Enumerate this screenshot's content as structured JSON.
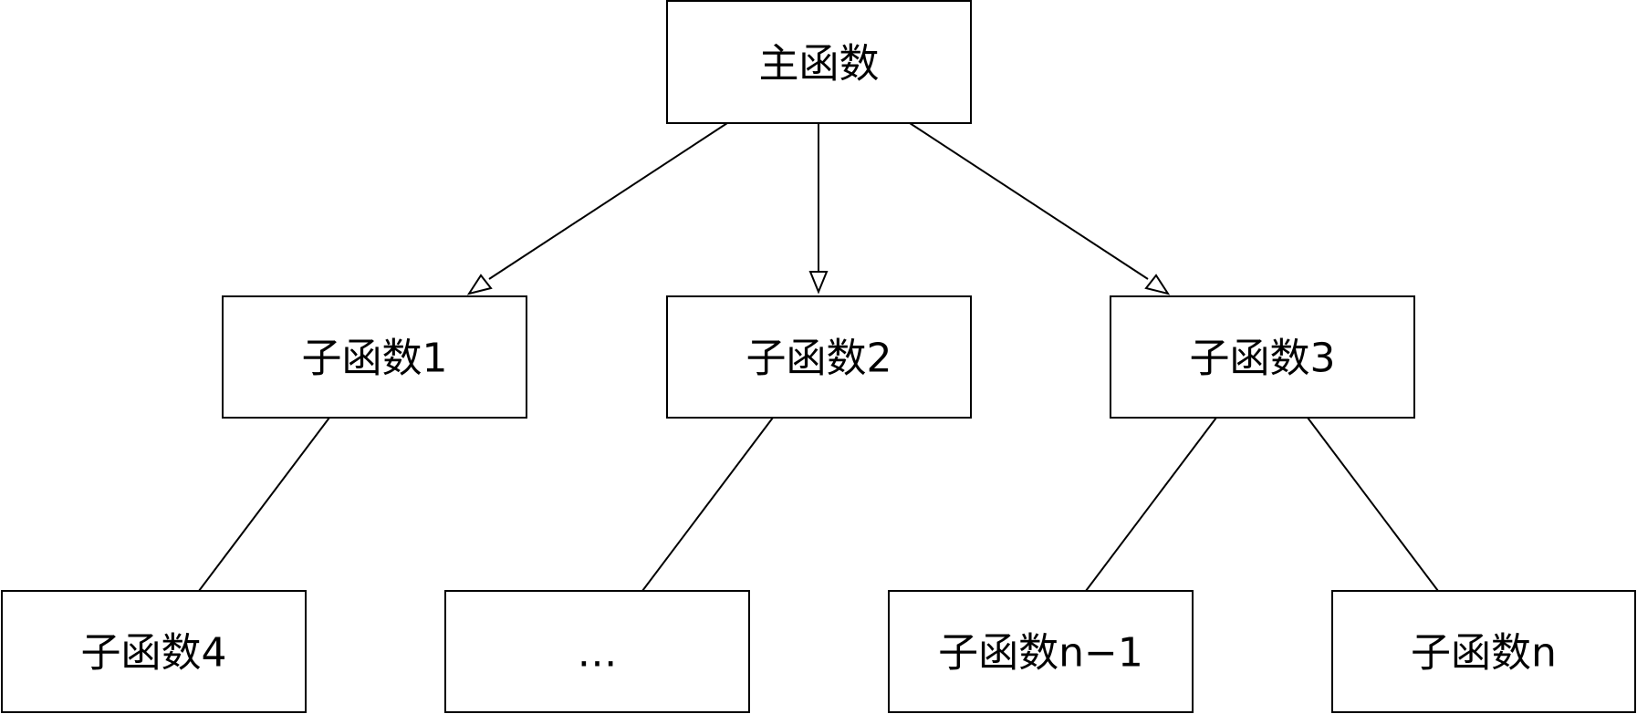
{
  "diagram": {
    "nodes": {
      "main": "主函数",
      "sub1": "子函数1",
      "sub2": "子函数2",
      "sub3": "子函数3",
      "sub4": "子函数4",
      "ellipsis": "…",
      "subn1": "子函数n−1",
      "subn": "子函数n"
    },
    "edges": [
      {
        "from": "main",
        "to": "sub1",
        "style": "hollow-arrow"
      },
      {
        "from": "main",
        "to": "sub2",
        "style": "hollow-arrow"
      },
      {
        "from": "main",
        "to": "sub3",
        "style": "hollow-arrow"
      },
      {
        "from": "sub1",
        "to": "sub4",
        "style": "line"
      },
      {
        "from": "sub2",
        "to": "ellipsis",
        "style": "line"
      },
      {
        "from": "sub3",
        "to": "subn1",
        "style": "line"
      },
      {
        "from": "sub3",
        "to": "subn",
        "style": "line"
      }
    ],
    "colors": {
      "stroke": "#000000",
      "fill": "#ffffff"
    }
  }
}
